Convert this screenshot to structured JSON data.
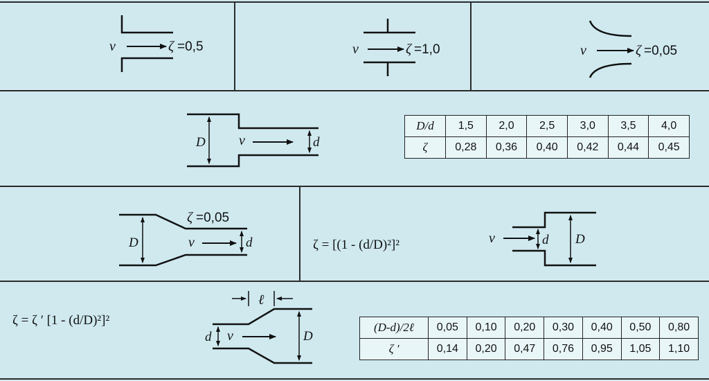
{
  "labels": {
    "v": "v",
    "D": "D",
    "d": "d",
    "l": "ℓ",
    "zeta": "ζ"
  },
  "fig1": {
    "value": "=0,5"
  },
  "fig2": {
    "value": "=1,0"
  },
  "fig3": {
    "value": "=0,05"
  },
  "fig5": {
    "value": "=0,05"
  },
  "table1": {
    "header": "D/d",
    "ratios": [
      "1,5",
      "2,0",
      "2,5",
      "3,0",
      "3,5",
      "4,0"
    ],
    "row_label": "ζ",
    "zetas": [
      "0,28",
      "0,36",
      "0,40",
      "0,42",
      "0,44",
      "0,45"
    ]
  },
  "formula1": "ζ = [(1 - (d/D)²]²",
  "formula2": "ζ = ζ ′ [1 - (d/D)²]²",
  "table2": {
    "header": "(D-d)/2ℓ",
    "ratios": [
      "0,05",
      "0,10",
      "0,20",
      "0,30",
      "0,40",
      "0,50",
      "0,80"
    ],
    "row_label": "ζ ′",
    "zetas": [
      "0,14",
      "0,20",
      "0,47",
      "0,76",
      "0,95",
      "1,05",
      "1,10"
    ]
  }
}
